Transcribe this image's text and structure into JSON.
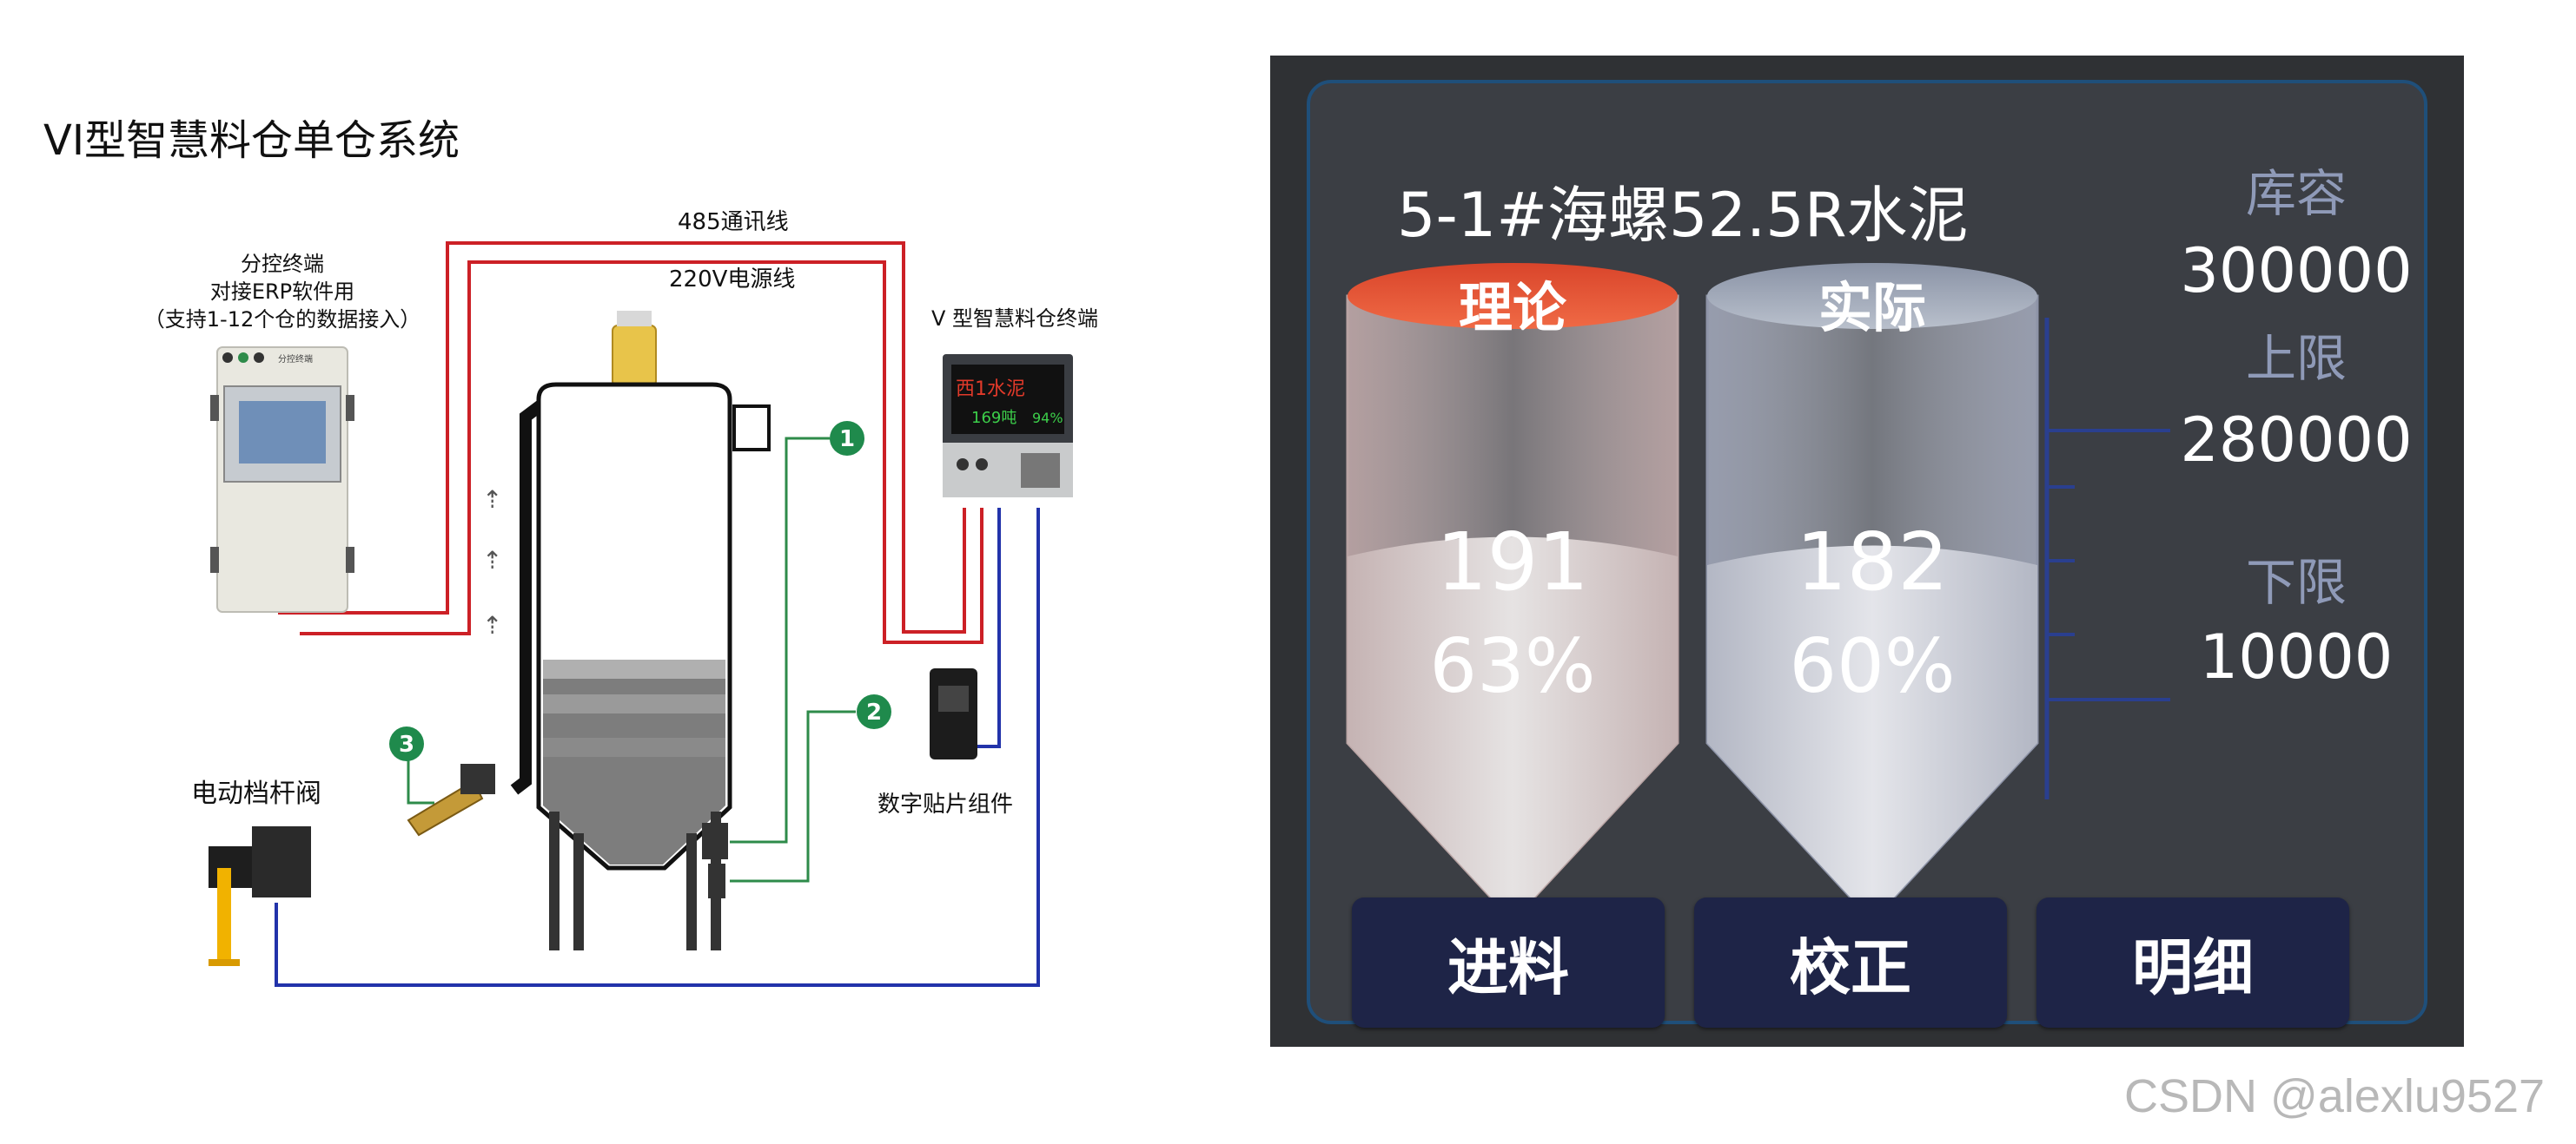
{
  "diagram": {
    "title": "VI型智慧料仓单仓系统",
    "line_485": "485通讯线",
    "line_220": "220V电源线",
    "terminal_label_1": "分控终端",
    "terminal_label_2": "对接ERP软件用",
    "terminal_label_3": "（支持1-12个仓的数据接入）",
    "terminal_panel_text": "分控终端",
    "v_terminal_label": "V 型智慧料仓终端",
    "display_line1": "西1水泥",
    "display_line2a": "169吨",
    "display_line2b": "94%",
    "valve_label": "电动档杆阀",
    "digital_patch_label": "数字贴片组件",
    "marker_1": "1",
    "marker_2": "2",
    "marker_3": "3",
    "colors": {
      "line_485": "#cc2026",
      "line_220": "#cc2026",
      "signal": "#2e8b4a",
      "data_line": "#2233aa",
      "marker": "#1f8a4c"
    }
  },
  "panel": {
    "title": "5-1#海螺52.5R水泥",
    "tanks": [
      {
        "label": "理论",
        "value": "191",
        "percent": "63%",
        "fill_fraction": 0.63,
        "cap_color": "#d9452b"
      },
      {
        "label": "实际",
        "value": "182",
        "percent": "60%",
        "fill_fraction": 0.6,
        "cap_color": "#8a93a6"
      }
    ],
    "capacity_label": "库容",
    "capacity_value": "300000",
    "upper_label": "上限",
    "upper_value": "280000",
    "lower_label": "下限",
    "lower_value": "10000",
    "buttons": {
      "feed": "进料",
      "calibrate": "校正",
      "detail": "明细"
    },
    "colors": {
      "background": "#2f3134",
      "inner": "#3b3e44",
      "border": "#1f4f7a",
      "button": "#1e2447",
      "limit_label": "#8f9ab8"
    }
  },
  "watermark": "CSDN @alexlu9527"
}
